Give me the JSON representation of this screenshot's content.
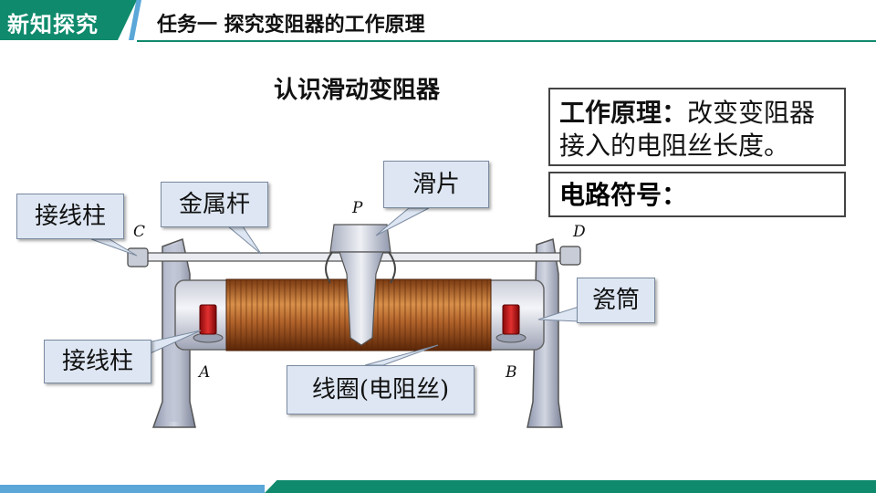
{
  "header": {
    "tag": "新知探究",
    "title": "任务一  探究变阻器的工作原理"
  },
  "subtitle": "认识滑动变阻器",
  "principle": {
    "label": "工作原理",
    "colon": "：",
    "text": "改变变阻器接入的电阻丝长度。"
  },
  "symbol": {
    "label": "电路符号",
    "colon": "："
  },
  "callouts": {
    "terminal_top": "接线柱",
    "metal_rod": "金属杆",
    "slider": "滑片",
    "porcelain_tube": "瓷筒",
    "terminal_bottom": "接线柱",
    "coil": "线圈(电阻丝)"
  },
  "points": {
    "c": "C",
    "d": "D",
    "p": "P",
    "a": "A",
    "b": "B"
  },
  "colors": {
    "accent": "#0f8a6c",
    "stripe": "#5aa7d8",
    "callout_bg": "#dde6f2",
    "coil": "#a0521e"
  }
}
